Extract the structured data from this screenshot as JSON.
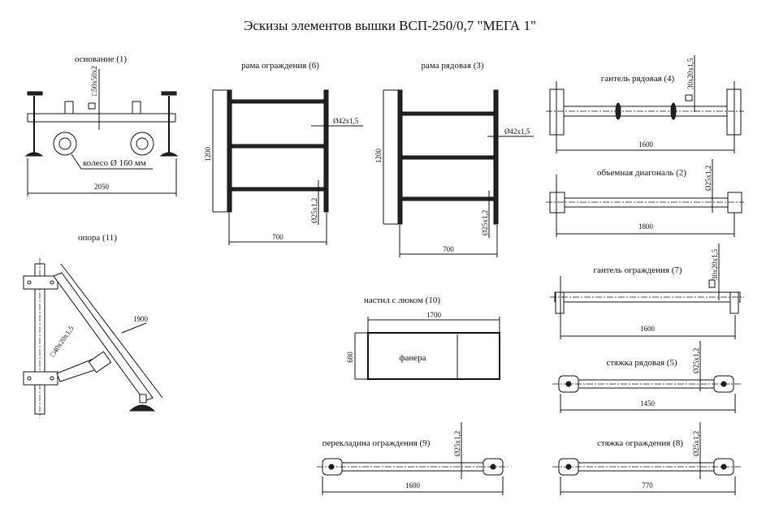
{
  "title": "Эскизы элементов вышки ВСП-250/0,7 \"МЕГА 1\"",
  "parts": {
    "base": {
      "label": "основание (1)",
      "profile": "□50x50x2",
      "wheel": "колесо Ø 160 мм",
      "length": "2050"
    },
    "guard_frame": {
      "label": "рама ограждения (6)",
      "height": "1200",
      "width": "700",
      "post": "Ø42x1,5",
      "rung": "Ø25x1,2"
    },
    "row_frame": {
      "label": "рама рядовая (3)",
      "height": "1200",
      "width": "700",
      "post": "Ø42x1,5",
      "rung": "Ø25x1,2"
    },
    "row_dumbbell": {
      "label": "гантель рядовая (4)",
      "profile": "30x20x1,5",
      "length": "1600"
    },
    "spatial_diagonal": {
      "label": "объемная диагональ (2)",
      "profile": "Ø25x1,2",
      "length": "1800"
    },
    "support": {
      "label": "опора (11)",
      "profile": "□40x20x1,5",
      "length": "1900"
    },
    "deck": {
      "label": "настил с люком (10)",
      "length": "1700",
      "width": "680",
      "material": "фанера"
    },
    "guard_dumbbell": {
      "label": "гантель ограждения (7)",
      "profile": "30x20x1,5",
      "length": "1600"
    },
    "row_tie": {
      "label": "стяжка рядовая (5)",
      "profile": "Ø25x1,2",
      "length": "1450"
    },
    "guard_crossbar": {
      "label": "перекладина ограждения (9)",
      "profile": "Ø25x1,2",
      "length": "1600"
    },
    "guard_tie": {
      "label": "стяжка ограждения (8)",
      "profile": "Ø25x1,2",
      "length": "770"
    }
  }
}
